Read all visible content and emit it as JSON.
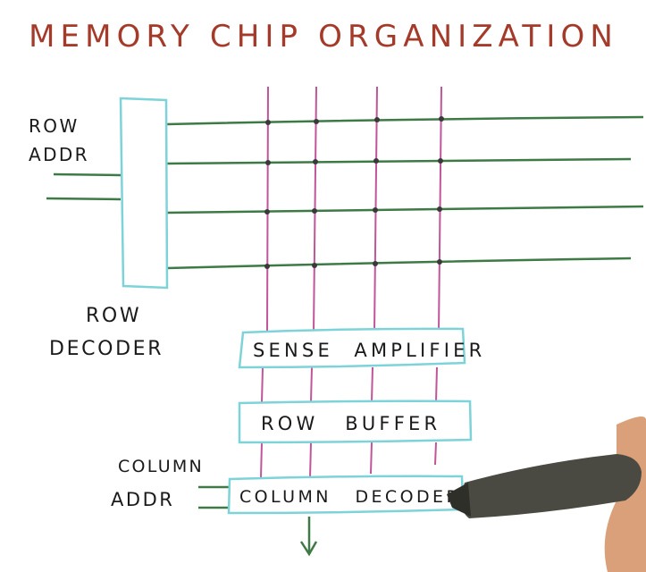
{
  "title": "MEMORY CHIP ORGANIZATION",
  "labels": {
    "row_addr": [
      "ROW",
      "ADDR"
    ],
    "row_decoder": [
      "ROW",
      "DECODER"
    ],
    "column_addr": [
      "COLUMN",
      "ADDR"
    ]
  },
  "blocks": {
    "sense_amplifier": "SENSE AMPLIFIER",
    "row_buffer": "ROW BUFFER",
    "column_decoder": "COLUMN DECODER"
  },
  "colors": {
    "title": "#a43a2a",
    "text": "#1a1a1a",
    "word_line": "#3e7a45",
    "bit_line": "#c0559a",
    "box": "#7ed3d9",
    "dot": "#3a3a3a"
  }
}
